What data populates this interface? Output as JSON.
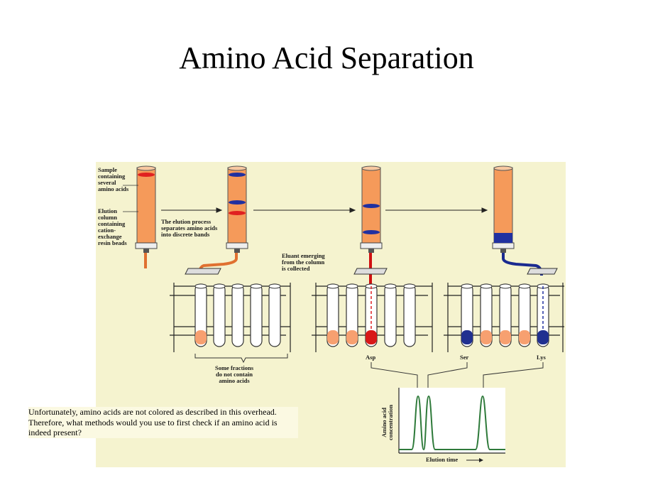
{
  "slide": {
    "title": "Amino Acid Separation",
    "note": "Unfortunately, amino acids are not colored as described in this overhead.  Therefore, what methods would you use to first check if an amino acid is indeed present?"
  },
  "figure": {
    "labels": {
      "sample": "Sample\ncontaining\nseveral\namino acids",
      "column": "Elution\ncolumn\ncontaining\ncation-\nexchange\nresin beads",
      "elution_process": "The elution process\nseparates amino acids\ninto discrete bands",
      "eluant": "Eluant emerging\nfrom the column\nis collected",
      "fractions": "Some fractions\ndo not contain\namino acids",
      "asp": "Asp",
      "ser": "Ser",
      "lys": "Lys",
      "y_axis": "Amino acid\nconcentration",
      "x_axis": "Elution time"
    },
    "colors": {
      "background": "#f5f3cf",
      "column_fill": "#f59a5a",
      "red_band": "#e02020",
      "blue_band": "#2030a0",
      "tube_light_orange": "#f7a070",
      "peak_line": "#2e7a3a"
    }
  }
}
